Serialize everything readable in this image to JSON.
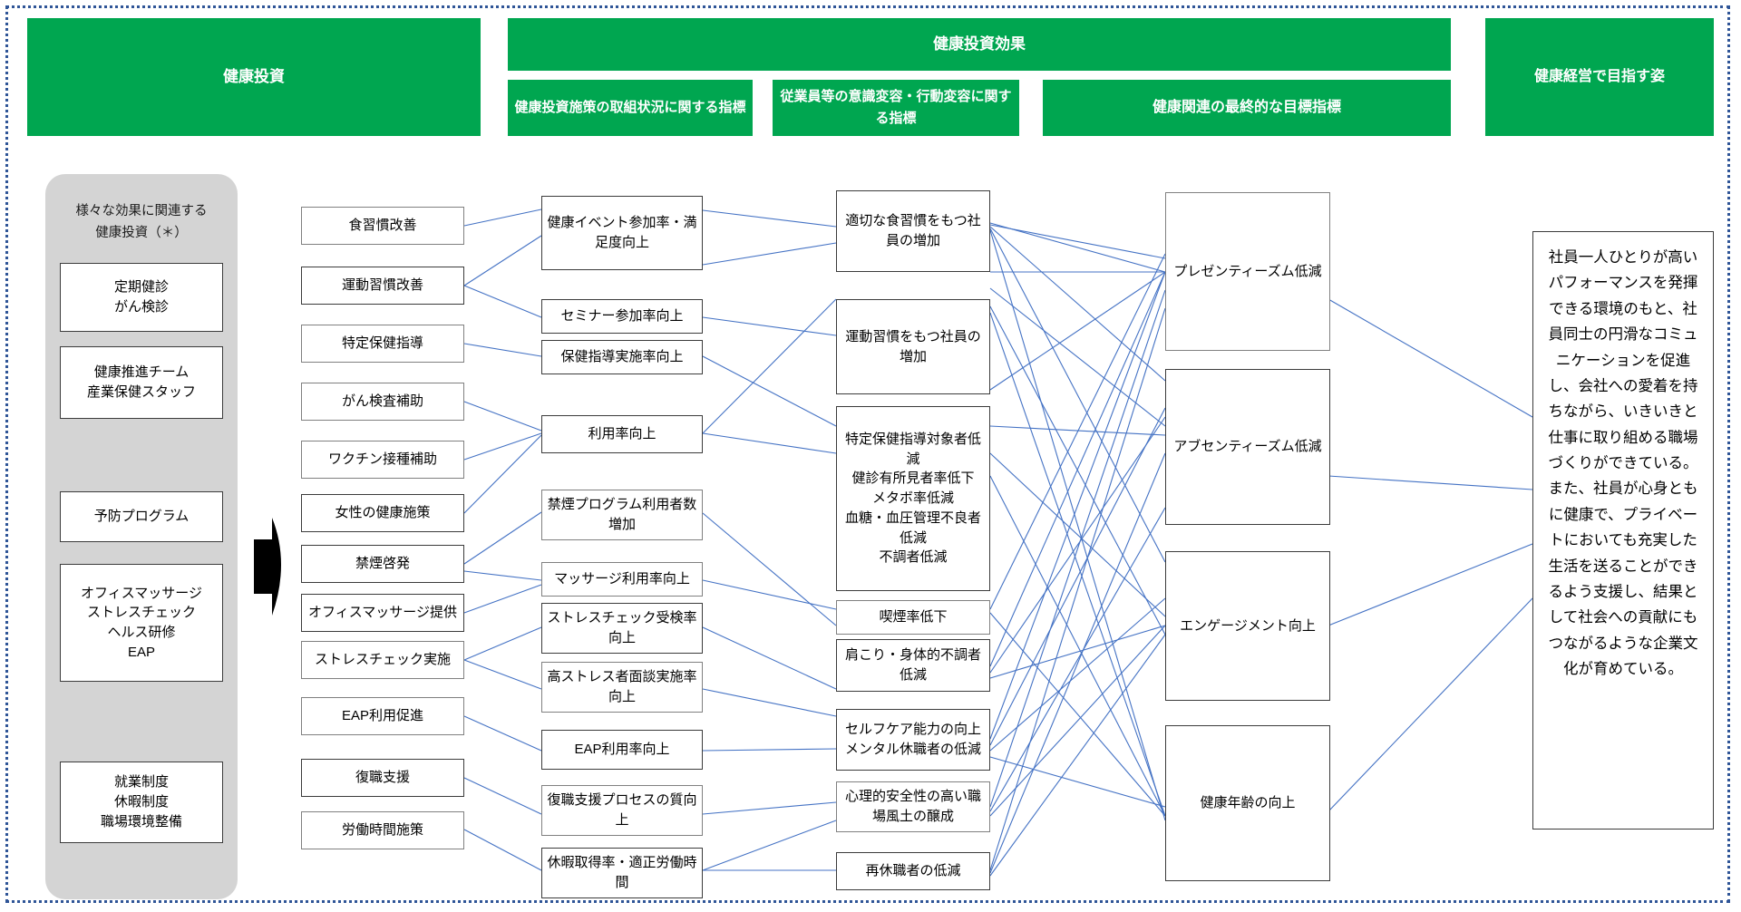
{
  "header": {
    "investment": "健康投資",
    "effect_top": "健康投資効果",
    "effect_cols": [
      "健康投資施策の取組状況に関する指標",
      "従業員等の意識変容・行動変容に関する指標",
      "健康関連の最終的な目標指標"
    ],
    "vision_title": "健康経営で目指す姿"
  },
  "left_panel": {
    "title": "様々な効果に関連する\n健康投資（＊）",
    "items": [
      "定期健診\nがん検診",
      "健康推進チーム\n産業保健スタッフ",
      "予防プログラム",
      "オフィスマッサージ\nストレスチェック\nヘルス研修\nEAP",
      "就業制度\n休暇制度\n職場環境整備"
    ]
  },
  "measures": [
    "食習慣改善",
    "運動習慣改善",
    "特定保健指導",
    "がん検査補助",
    "ワクチン接種補助",
    "女性の健康施策",
    "禁煙啓発",
    "オフィスマッサージ提供",
    "ストレスチェック実施",
    "EAP利用促進",
    "復職支援",
    "労働時間施策"
  ],
  "activity_kpis": [
    "健康イベント参加率・満足度向上",
    "セミナー参加率向上",
    "保健指導実施率向上",
    "利用率向上",
    "禁煙プログラム利用者数増加",
    "マッサージ利用率向上",
    "ストレスチェック受検率向上",
    "高ストレス者面談実施率向上",
    "EAP利用率向上",
    "復職支援プロセスの質向上",
    "休暇取得率・適正労働時間"
  ],
  "behavior_kpis": [
    "適切な食習慣をもつ社員の増加",
    "運動習慣をもつ社員の増加",
    "特定保健指導対象者低減\n健診有所見者率低下\nメタボ率低減\n血糖・血圧管理不良者低減\n不調者低減",
    "喫煙率低下",
    "肩こり・身体的不調者低減",
    "セルフケア能力の向上\nメンタル休職者の低減",
    "心理的安全性の高い職場風土の醸成",
    "再休職者の低減"
  ],
  "final_kpis": [
    "プレゼンティーズム低減",
    "アブセンティーズム低減",
    "エンゲージメント向上",
    "健康年齢の向上"
  ],
  "vision_text": "社員一人ひとりが高いパフォーマンスを発揮できる環境のもと、社員同士の円滑なコミュニケーションを促進し、会社への愛着を持ちながら、いきいきと仕事に取り組める職場づくりができている。また、社員が心身ともに健康で、プライベートにおいても充実した生活を送ることができるよう支援し、結果として社会への貢献にもつながるような企業文化が育めている。",
  "colors": {
    "brand_green": "#00a650",
    "panel_grey": "#d4d4d4",
    "link_blue": "#4472c4",
    "frame_blue": "#2f5597"
  }
}
